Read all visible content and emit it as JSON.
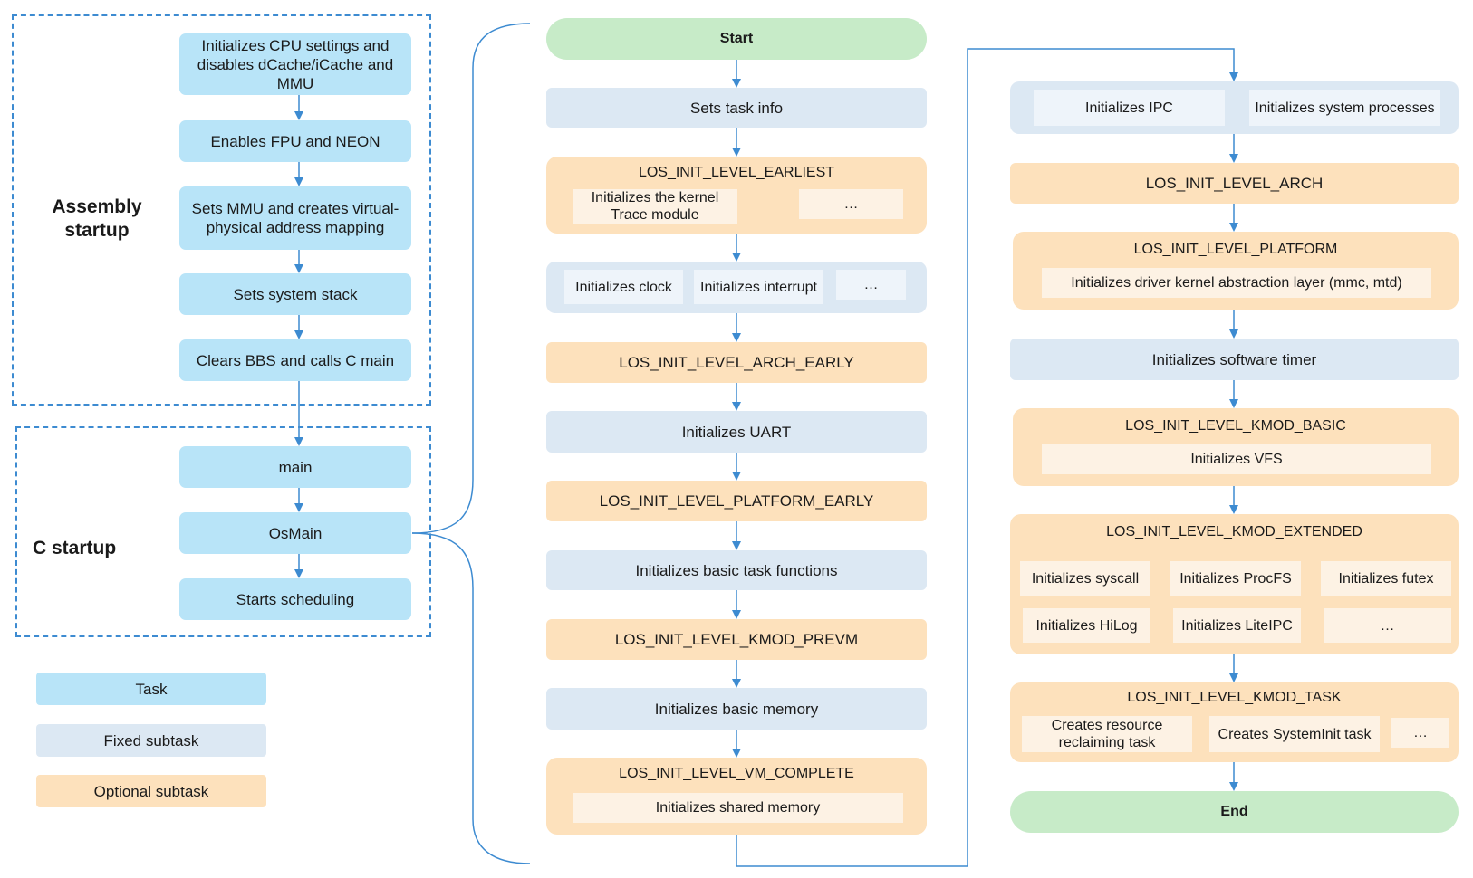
{
  "assembly": {
    "label": "Assembly\nstartup",
    "steps": [
      "Initializes CPU settings and disables dCache/iCache and MMU",
      "Enables FPU and NEON",
      "Sets MMU and creates virtual-physical address mapping",
      "Sets system stack",
      "Clears BBS and calls C main"
    ]
  },
  "c_startup": {
    "label": "C startup",
    "steps": [
      "main",
      "OsMain",
      "Starts scheduling"
    ]
  },
  "legend": {
    "task": "Task",
    "fixed": "Fixed subtask",
    "optional": "Optional subtask"
  },
  "flow_middle": {
    "start": "Start",
    "set_task_info": "Sets task info",
    "earliest": {
      "title": "LOS_INIT_LEVEL_EARLIEST",
      "items": [
        "Initializes the kernel Trace module",
        "…"
      ]
    },
    "clock_group": {
      "items": [
        "Initializes clock",
        "Initializes interrupt",
        "…"
      ]
    },
    "arch_early": "LOS_INIT_LEVEL_ARCH_EARLY",
    "uart": "Initializes UART",
    "platform_early": "LOS_INIT_LEVEL_PLATFORM_EARLY",
    "basic_task": "Initializes basic task functions",
    "kmod_prevm": "LOS_INIT_LEVEL_KMOD_PREVM",
    "basic_memory": "Initializes basic memory",
    "vm_complete": {
      "title": "LOS_INIT_LEVEL_VM_COMPLETE",
      "items": [
        "Initializes shared memory"
      ]
    }
  },
  "flow_right": {
    "ipc_group": {
      "items": [
        "Initializes IPC",
        "Initializes system processes"
      ]
    },
    "arch": "LOS_INIT_LEVEL_ARCH",
    "platform": {
      "title": "LOS_INIT_LEVEL_PLATFORM",
      "items": [
        "Initializes driver kernel abstraction layer (mmc, mtd)"
      ]
    },
    "software_timer": "Initializes software timer",
    "kmod_basic": {
      "title": "LOS_INIT_LEVEL_KMOD_BASIC",
      "items": [
        "Initializes VFS"
      ]
    },
    "kmod_extended": {
      "title": "LOS_INIT_LEVEL_KMOD_EXTENDED",
      "items": [
        "Initializes syscall",
        "Initializes ProcFS",
        "Initializes futex",
        "Initializes HiLog",
        "Initializes LiteIPC",
        "…"
      ]
    },
    "kmod_task": {
      "title": "LOS_INIT_LEVEL_KMOD_TASK",
      "items": [
        "Creates resource reclaiming task",
        "Creates SystemInit task",
        "…"
      ]
    },
    "end": "End"
  },
  "colors": {
    "task": "#b8e4f8",
    "fixed_subtask": "#dce8f3",
    "optional_subtask": "#fde1bc",
    "terminal": "#c7ebc8",
    "connector": "#3d8bd1"
  }
}
